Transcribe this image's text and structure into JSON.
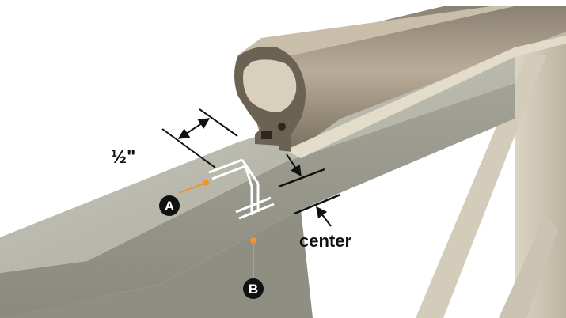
{
  "colors": {
    "background": "#ffffff",
    "beam_top": "#b8b7ab",
    "beam_side": "#9c9b8f",
    "rail": "#a89c88",
    "rail_dark": "#6e6455",
    "post": "#cfc6b3",
    "leader": "#f0932b",
    "badge": "#111111"
  },
  "labels": {
    "dimension": "½\"",
    "center": "center",
    "point_a": "A",
    "point_b": "B"
  },
  "icons": {
    "dimension_arrow": "double-arrow",
    "center_arrow": "arrow"
  }
}
